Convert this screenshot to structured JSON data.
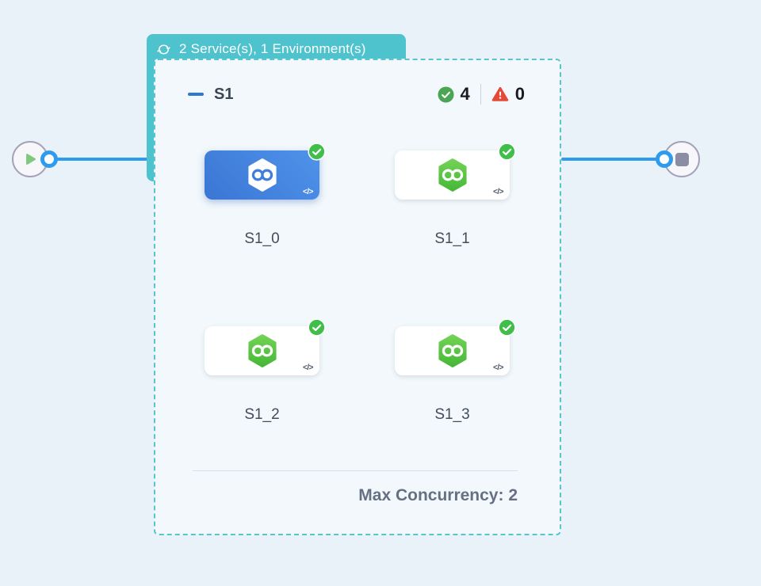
{
  "badge": {
    "label": "2 Service(s), 1 Environment(s)"
  },
  "stage": {
    "name": "S1",
    "success_count": "4",
    "failure_count": "0",
    "max_concurrency": "Max Concurrency: 2"
  },
  "services": [
    {
      "label": "S1_0",
      "state": "selected"
    },
    {
      "label": "S1_1",
      "state": "default"
    },
    {
      "label": "S1_2",
      "state": "default"
    },
    {
      "label": "S1_3",
      "state": "default"
    }
  ],
  "icons": {
    "badge_icon": "cycle-arrows-loop",
    "success_icon": "check-circle",
    "failure_icon": "warning-triangle",
    "service_icon": "hexagon-infinity",
    "start_icon": "play-triangle",
    "end_icon": "stop-square",
    "code_glyph": "</>"
  },
  "colors": {
    "page_background": "#e9f2f8",
    "stage_background": "#f2f8fb",
    "badge_teal": "#4ec3cd",
    "dashed_border_teal": "#55c6d0",
    "connector_blue": "#2f9bef",
    "selected_card_blue": "#4285e2",
    "success_green": "#42b549",
    "failure_red": "#e5493a",
    "icon_green": "#55c445"
  }
}
